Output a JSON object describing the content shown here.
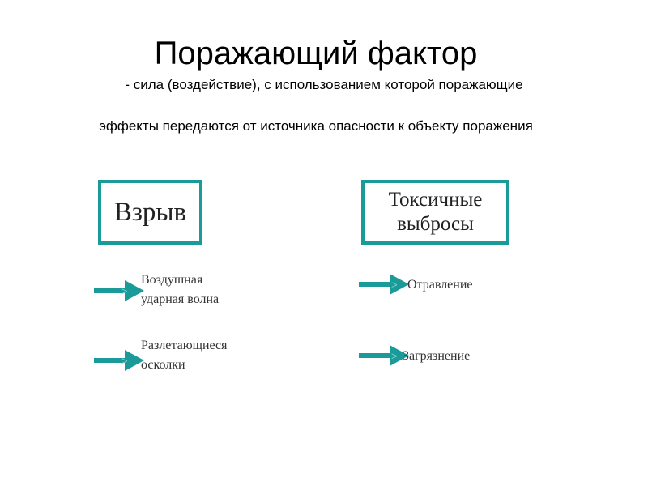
{
  "header": {
    "title": "Поражающий фактор",
    "subtitle_line1": "- сила (воздействие), с использованием которой поражающие",
    "subtitle_line2": "эффекты передаются от источника опасности к объекту поражения"
  },
  "factors": {
    "explosion": {
      "label": "Взрыв",
      "effects": [
        "Воздушная\nударная волна",
        "Разлетающиеся\nосколки"
      ]
    },
    "toxic": {
      "label": "Токсичные\nвыбросы",
      "effects": [
        "Отравление",
        "Загрязнение"
      ]
    }
  },
  "colors": {
    "accent": "#1a9a98"
  }
}
